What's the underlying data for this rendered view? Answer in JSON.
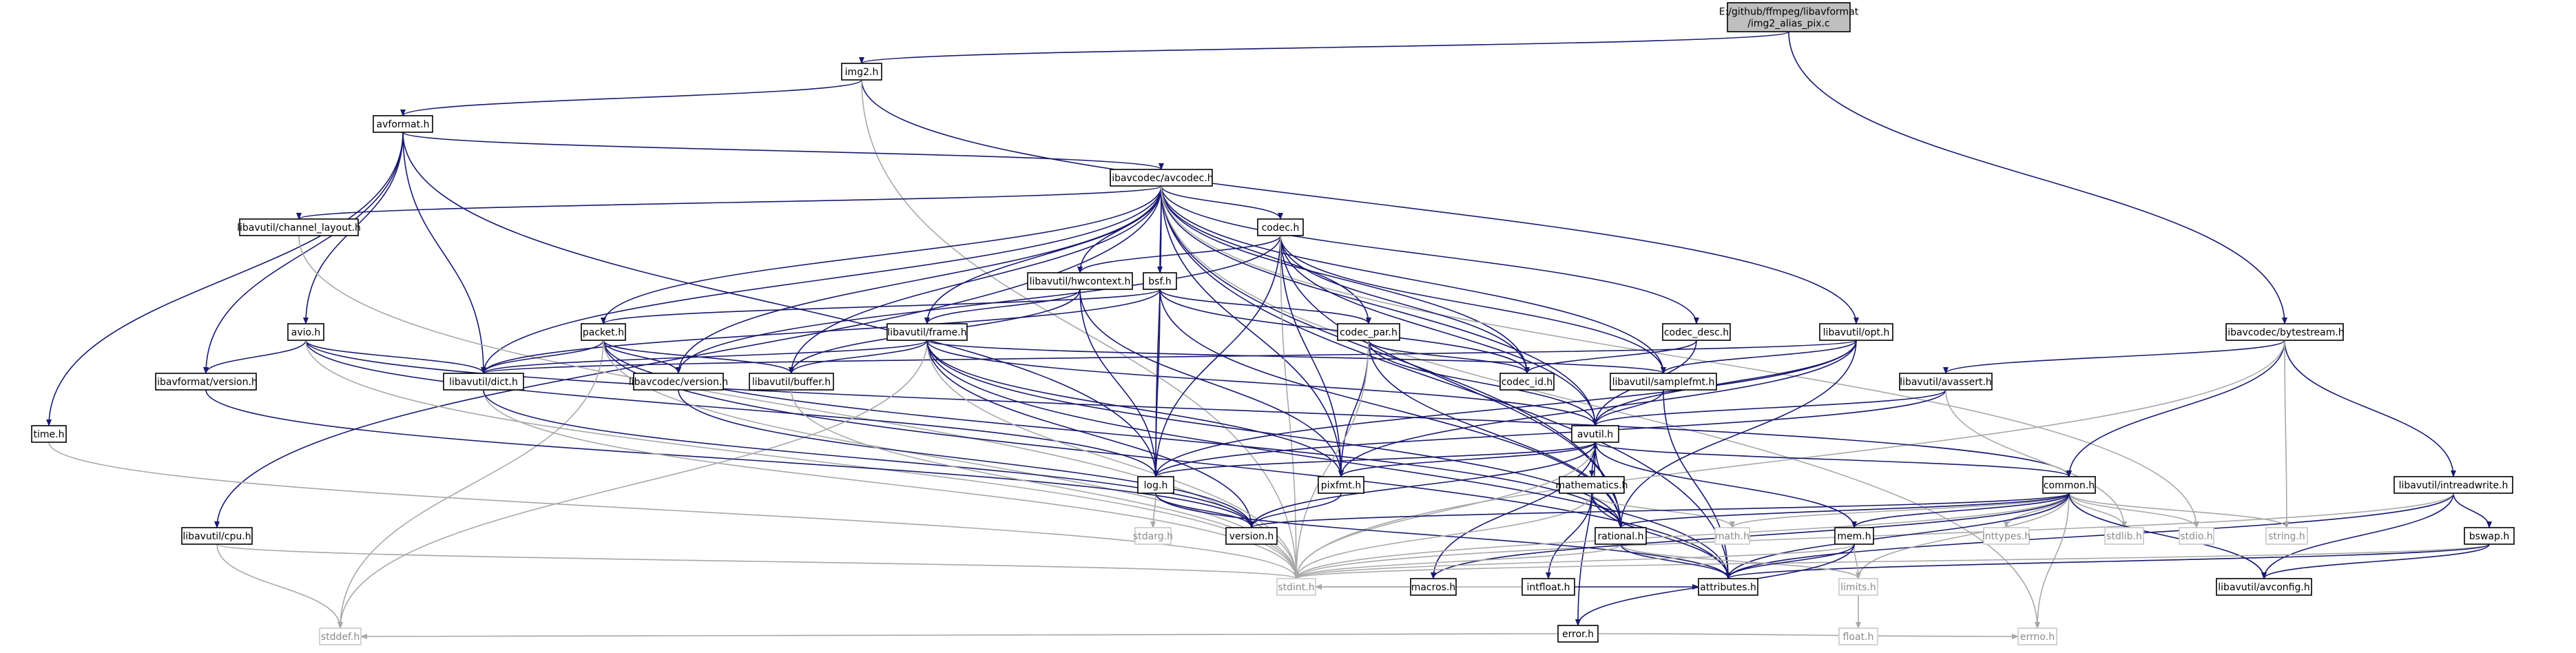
{
  "graph": {
    "nodes": [
      {
        "id": "root",
        "lines": [
          "E:/github/ffmpeg/libavformat",
          "/img2_alias_pix.c"
        ],
        "kind": "root"
      },
      {
        "id": "img2",
        "lines": [
          "img2.h"
        ],
        "kind": "doc"
      },
      {
        "id": "avformat",
        "lines": [
          "avformat.h"
        ],
        "kind": "doc"
      },
      {
        "id": "bytestream",
        "lines": [
          "libavcodec/bytestream.h"
        ],
        "kind": "doc"
      },
      {
        "id": "avcodec",
        "lines": [
          "libavcodec/avcodec.h"
        ],
        "kind": "doc"
      },
      {
        "id": "opt",
        "lines": [
          "libavutil/opt.h"
        ],
        "kind": "doc"
      },
      {
        "id": "channel_layout",
        "lines": [
          "libavutil/channel_layout.h"
        ],
        "kind": "doc"
      },
      {
        "id": "codec",
        "lines": [
          "codec.h"
        ],
        "kind": "doc"
      },
      {
        "id": "hwcontext",
        "lines": [
          "libavutil/hwcontext.h"
        ],
        "kind": "doc"
      },
      {
        "id": "bsf",
        "lines": [
          "bsf.h"
        ],
        "kind": "doc"
      },
      {
        "id": "avio",
        "lines": [
          "avio.h"
        ],
        "kind": "doc"
      },
      {
        "id": "packet",
        "lines": [
          "packet.h"
        ],
        "kind": "doc"
      },
      {
        "id": "frame",
        "lines": [
          "libavutil/frame.h"
        ],
        "kind": "doc"
      },
      {
        "id": "codec_par",
        "lines": [
          "codec_par.h"
        ],
        "kind": "doc"
      },
      {
        "id": "codec_desc",
        "lines": [
          "codec_desc.h"
        ],
        "kind": "doc"
      },
      {
        "id": "lavf_version",
        "lines": [
          "libavformat/version.h"
        ],
        "kind": "doc"
      },
      {
        "id": "dict",
        "lines": [
          "libavutil/dict.h"
        ],
        "kind": "doc"
      },
      {
        "id": "lavc_version",
        "lines": [
          "libavcodec/version.h"
        ],
        "kind": "doc"
      },
      {
        "id": "buffer",
        "lines": [
          "libavutil/buffer.h"
        ],
        "kind": "doc"
      },
      {
        "id": "codec_id",
        "lines": [
          "codec_id.h"
        ],
        "kind": "doc"
      },
      {
        "id": "samplefmt",
        "lines": [
          "libavutil/samplefmt.h"
        ],
        "kind": "doc"
      },
      {
        "id": "avassert",
        "lines": [
          "libavutil/avassert.h"
        ],
        "kind": "doc"
      },
      {
        "id": "intreadwrite",
        "lines": [
          "libavutil/intreadwrite.h"
        ],
        "kind": "doc"
      },
      {
        "id": "time",
        "lines": [
          "time.h"
        ],
        "kind": "doc"
      },
      {
        "id": "avutil",
        "lines": [
          "avutil.h"
        ],
        "kind": "doc"
      },
      {
        "id": "log",
        "lines": [
          "log.h"
        ],
        "kind": "doc"
      },
      {
        "id": "pixfmt",
        "lines": [
          "pixfmt.h"
        ],
        "kind": "doc"
      },
      {
        "id": "mathematics",
        "lines": [
          "mathematics.h"
        ],
        "kind": "doc"
      },
      {
        "id": "common",
        "lines": [
          "common.h"
        ],
        "kind": "doc"
      },
      {
        "id": "bswap",
        "lines": [
          "bswap.h"
        ],
        "kind": "doc"
      },
      {
        "id": "cpu",
        "lines": [
          "libavutil/cpu.h"
        ],
        "kind": "doc"
      },
      {
        "id": "stdarg",
        "lines": [
          "stdarg.h"
        ],
        "kind": "sys"
      },
      {
        "id": "version",
        "lines": [
          "version.h"
        ],
        "kind": "doc"
      },
      {
        "id": "rational",
        "lines": [
          "rational.h"
        ],
        "kind": "doc"
      },
      {
        "id": "intfloat",
        "lines": [
          "intfloat.h"
        ],
        "kind": "doc"
      },
      {
        "id": "math",
        "lines": [
          "math.h"
        ],
        "kind": "sys"
      },
      {
        "id": "inttypes",
        "lines": [
          "inttypes.h"
        ],
        "kind": "sys"
      },
      {
        "id": "mem",
        "lines": [
          "mem.h"
        ],
        "kind": "doc"
      },
      {
        "id": "stdlib",
        "lines": [
          "stdlib.h"
        ],
        "kind": "sys"
      },
      {
        "id": "stdio",
        "lines": [
          "stdio.h"
        ],
        "kind": "sys"
      },
      {
        "id": "string",
        "lines": [
          "string.h"
        ],
        "kind": "sys"
      },
      {
        "id": "stdint",
        "lines": [
          "stdint.h"
        ],
        "kind": "sys"
      },
      {
        "id": "macros",
        "lines": [
          "macros.h"
        ],
        "kind": "doc"
      },
      {
        "id": "error",
        "lines": [
          "error.h"
        ],
        "kind": "doc"
      },
      {
        "id": "attributes",
        "lines": [
          "attributes.h"
        ],
        "kind": "doc"
      },
      {
        "id": "limits",
        "lines": [
          "limits.h"
        ],
        "kind": "sys"
      },
      {
        "id": "avconfig",
        "lines": [
          "libavutil/avconfig.h"
        ],
        "kind": "doc"
      },
      {
        "id": "stddef",
        "lines": [
          "stddef.h"
        ],
        "kind": "sys"
      },
      {
        "id": "float",
        "lines": [
          "float.h"
        ],
        "kind": "sys"
      },
      {
        "id": "errno",
        "lines": [
          "errno.h"
        ],
        "kind": "sys"
      }
    ],
    "edges": [
      [
        "root",
        "img2"
      ],
      [
        "root",
        "bytestream"
      ],
      [
        "img2",
        "avformat"
      ],
      [
        "img2",
        "opt"
      ],
      [
        "img2",
        "stdint"
      ],
      [
        "avformat",
        "time"
      ],
      [
        "avformat",
        "avio"
      ],
      [
        "avformat",
        "lavf_version"
      ],
      [
        "avformat",
        "avcodec"
      ],
      [
        "avformat",
        "dict"
      ],
      [
        "avformat",
        "log"
      ],
      [
        "avcodec",
        "channel_layout"
      ],
      [
        "avcodec",
        "codec"
      ],
      [
        "avcodec",
        "hwcontext"
      ],
      [
        "avcodec",
        "bsf"
      ],
      [
        "avcodec",
        "packet"
      ],
      [
        "avcodec",
        "frame"
      ],
      [
        "avcodec",
        "codec_par"
      ],
      [
        "avcodec",
        "codec_desc"
      ],
      [
        "avcodec",
        "dict"
      ],
      [
        "avcodec",
        "lavc_version"
      ],
      [
        "avcodec",
        "buffer"
      ],
      [
        "avcodec",
        "codec_id"
      ],
      [
        "avcodec",
        "samplefmt"
      ],
      [
        "avcodec",
        "avutil"
      ],
      [
        "avcodec",
        "log"
      ],
      [
        "avcodec",
        "pixfmt"
      ],
      [
        "avcodec",
        "rational"
      ],
      [
        "avcodec",
        "attributes"
      ],
      [
        "avcodec",
        "cpu"
      ],
      [
        "avcodec",
        "stdio"
      ],
      [
        "avcodec",
        "errno"
      ],
      [
        "opt",
        "samplefmt"
      ],
      [
        "opt",
        "avutil"
      ],
      [
        "opt",
        "log"
      ],
      [
        "opt",
        "dict"
      ],
      [
        "opt",
        "pixfmt"
      ],
      [
        "opt",
        "rational"
      ],
      [
        "bytestream",
        "avassert"
      ],
      [
        "bytestream",
        "common"
      ],
      [
        "bytestream",
        "intreadwrite"
      ],
      [
        "bytestream",
        "string"
      ],
      [
        "bytestream",
        "stdint"
      ],
      [
        "channel_layout",
        "stdint"
      ],
      [
        "codec",
        "avutil"
      ],
      [
        "codec",
        "log"
      ],
      [
        "codec",
        "hwcontext"
      ],
      [
        "codec",
        "pixfmt"
      ],
      [
        "codec",
        "rational"
      ],
      [
        "codec",
        "samplefmt"
      ],
      [
        "codec",
        "codec_id"
      ],
      [
        "codec",
        "lavc_version"
      ],
      [
        "codec",
        "stdint"
      ],
      [
        "hwcontext",
        "buffer"
      ],
      [
        "hwcontext",
        "frame"
      ],
      [
        "hwcontext",
        "log"
      ],
      [
        "hwcontext",
        "pixfmt"
      ],
      [
        "bsf",
        "dict"
      ],
      [
        "bsf",
        "log"
      ],
      [
        "bsf",
        "rational"
      ],
      [
        "bsf",
        "codec_id"
      ],
      [
        "bsf",
        "codec_par"
      ],
      [
        "bsf",
        "packet"
      ],
      [
        "avio",
        "dict"
      ],
      [
        "avio",
        "log"
      ],
      [
        "avio",
        "lavf_version"
      ],
      [
        "avio",
        "common"
      ],
      [
        "avio",
        "stdint"
      ],
      [
        "packet",
        "buffer"
      ],
      [
        "packet",
        "dict"
      ],
      [
        "packet",
        "rational"
      ],
      [
        "packet",
        "lavc_version"
      ],
      [
        "packet",
        "attributes"
      ],
      [
        "packet",
        "stddef"
      ],
      [
        "packet",
        "stdint"
      ],
      [
        "frame",
        "avutil"
      ],
      [
        "frame",
        "buffer"
      ],
      [
        "frame",
        "dict"
      ],
      [
        "frame",
        "rational"
      ],
      [
        "frame",
        "samplefmt"
      ],
      [
        "frame",
        "pixfmt"
      ],
      [
        "frame",
        "version"
      ],
      [
        "frame",
        "stdint"
      ],
      [
        "frame",
        "stddef"
      ],
      [
        "frame",
        "attributes"
      ],
      [
        "codec_par",
        "avutil"
      ],
      [
        "codec_par",
        "rational"
      ],
      [
        "codec_par",
        "pixfmt"
      ],
      [
        "codec_par",
        "codec_id"
      ],
      [
        "codec_par",
        "stdint"
      ],
      [
        "codec_desc",
        "avutil"
      ],
      [
        "codec_desc",
        "codec_id"
      ],
      [
        "lavf_version",
        "version"
      ],
      [
        "dict",
        "stdint"
      ],
      [
        "dict",
        "version"
      ],
      [
        "lavc_version",
        "version"
      ],
      [
        "buffer",
        "stdint"
      ],
      [
        "samplefmt",
        "avutil"
      ],
      [
        "samplefmt",
        "attributes"
      ],
      [
        "avassert",
        "avutil"
      ],
      [
        "avassert",
        "log"
      ],
      [
        "avassert",
        "stdlib"
      ],
      [
        "intreadwrite",
        "bswap"
      ],
      [
        "intreadwrite",
        "avconfig"
      ],
      [
        "intreadwrite",
        "attributes"
      ],
      [
        "intreadwrite",
        "stdint"
      ],
      [
        "time",
        "stdint"
      ],
      [
        "avutil",
        "common"
      ],
      [
        "avutil",
        "error"
      ],
      [
        "avutil",
        "version"
      ],
      [
        "avutil",
        "mathematics"
      ],
      [
        "avutil",
        "rational"
      ],
      [
        "avutil",
        "log"
      ],
      [
        "avutil",
        "pixfmt"
      ],
      [
        "avutil",
        "macros"
      ],
      [
        "avutil",
        "stdint"
      ],
      [
        "log",
        "stdarg"
      ],
      [
        "log",
        "attributes"
      ],
      [
        "log",
        "version"
      ],
      [
        "pixfmt",
        "version"
      ],
      [
        "mathematics",
        "stdint"
      ],
      [
        "mathematics",
        "math"
      ],
      [
        "mathematics",
        "attributes"
      ],
      [
        "mathematics",
        "rational"
      ],
      [
        "mathematics",
        "intfloat"
      ],
      [
        "common",
        "errno"
      ],
      [
        "common",
        "inttypes"
      ],
      [
        "common",
        "limits"
      ],
      [
        "common",
        "math"
      ],
      [
        "common",
        "stdint"
      ],
      [
        "common",
        "stdio"
      ],
      [
        "common",
        "stdlib"
      ],
      [
        "common",
        "string"
      ],
      [
        "common",
        "attributes"
      ],
      [
        "common",
        "macros"
      ],
      [
        "common",
        "version"
      ],
      [
        "common",
        "avconfig"
      ],
      [
        "common",
        "mem"
      ],
      [
        "common",
        "rational"
      ],
      [
        "bswap",
        "stdint"
      ],
      [
        "bswap",
        "avconfig"
      ],
      [
        "bswap",
        "attributes"
      ],
      [
        "cpu",
        "stdint"
      ],
      [
        "cpu",
        "stddef"
      ],
      [
        "rational",
        "stdint"
      ],
      [
        "rational",
        "limits"
      ],
      [
        "rational",
        "attributes"
      ],
      [
        "intfloat",
        "stdint"
      ],
      [
        "intfloat",
        "attributes"
      ],
      [
        "mem",
        "limits"
      ],
      [
        "mem",
        "stdint"
      ],
      [
        "mem",
        "attributes"
      ],
      [
        "mem",
        "error"
      ],
      [
        "mem",
        "avutil"
      ],
      [
        "macros",
        "stdint"
      ],
      [
        "error",
        "errno"
      ],
      [
        "error",
        "stddef"
      ],
      [
        "limits",
        "float"
      ]
    ]
  }
}
